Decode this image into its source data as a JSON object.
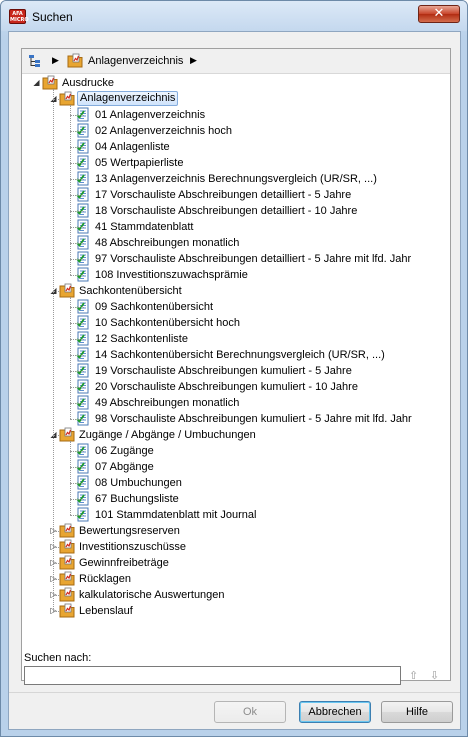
{
  "window": {
    "title": "Suchen",
    "app_icon_text": "AFA MICRO"
  },
  "breadcrumb": {
    "current": "Anlagenverzeichnis"
  },
  "tree": {
    "root": "Ausdrucke",
    "groups": [
      {
        "label": "Anlagenverzeichnis",
        "expanded": true,
        "selected": true,
        "items": [
          "01 Anlagenverzeichnis",
          "02 Anlagenverzeichnis hoch",
          "04 Anlagenliste",
          "05 Wertpapierliste",
          "13 Anlagenverzeichnis Berechnungsvergleich (UR/SR, ...)",
          "17 Vorschauliste Abschreibungen detailliert - 5 Jahre",
          "18 Vorschauliste Abschreibungen detailliert - 10 Jahre",
          "41 Stammdatenblatt",
          "48 Abschreibungen monatlich",
          "97 Vorschauliste Abschreibungen detailliert - 5 Jahre mit lfd. Jahr",
          "108 Investitionszuwachsprämie"
        ]
      },
      {
        "label": "Sachkontenübersicht",
        "expanded": true,
        "items": [
          "09 Sachkontenübersicht",
          "10 Sachkontenübersicht hoch",
          "12 Sachkontenliste",
          "14 Sachkontenübersicht Berechnungsvergleich (UR/SR, ...)",
          "19 Vorschauliste Abschreibungen kumuliert - 5 Jahre",
          "20 Vorschauliste Abschreibungen kumuliert - 10 Jahre",
          "49 Abschreibungen monatlich",
          "98 Vorschauliste Abschreibungen kumuliert - 5 Jahre mit lfd. Jahr"
        ]
      },
      {
        "label": "Zugänge / Abgänge / Umbuchungen",
        "expanded": true,
        "items": [
          "06 Zugänge",
          "07 Abgänge",
          "08 Umbuchungen",
          "67 Buchungsliste",
          "101 Stammdatenblatt mit Journal"
        ]
      },
      {
        "label": "Bewertungsreserven",
        "expanded": false,
        "items": []
      },
      {
        "label": "Investitionszuschüsse",
        "expanded": false,
        "items": []
      },
      {
        "label": "Gewinnfreibeträge",
        "expanded": false,
        "items": []
      },
      {
        "label": "Rücklagen",
        "expanded": false,
        "items": []
      },
      {
        "label": "kalkulatorische Auswertungen",
        "expanded": false,
        "items": []
      },
      {
        "label": "Lebenslauf",
        "expanded": false,
        "items": []
      }
    ]
  },
  "search": {
    "label": "Suchen nach:",
    "value": ""
  },
  "buttons": {
    "ok": "Ok",
    "cancel": "Abbrechen",
    "help": "Hilfe"
  },
  "colors": {
    "folder": "#e8a531",
    "selection_border": "#84acdd",
    "close_button": "#c7442a"
  }
}
